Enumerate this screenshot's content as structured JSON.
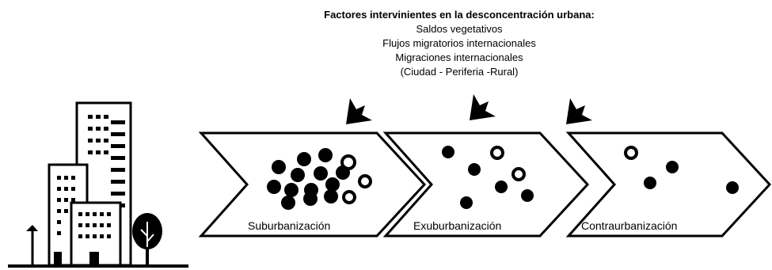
{
  "factors": {
    "title": "Factores intervinientes en la desconcentración urbana:",
    "items": [
      "Saldos vegetativos",
      "Flujos migratorios internacionales",
      "Migraciones internacionales",
      "(Ciudad - Periferia -Rural)"
    ]
  },
  "stages": [
    {
      "label": "Suburbanización"
    },
    {
      "label": "Exuburbanización"
    },
    {
      "label": "Contraurbanización"
    }
  ],
  "icons": {
    "city": "city-buildings-icon",
    "tree": "tree-icon",
    "lamp": "street-lamp-icon",
    "arrow": "arrow-down-left-icon"
  },
  "colors": {
    "ink": "#000000",
    "background": "#ffffff"
  }
}
